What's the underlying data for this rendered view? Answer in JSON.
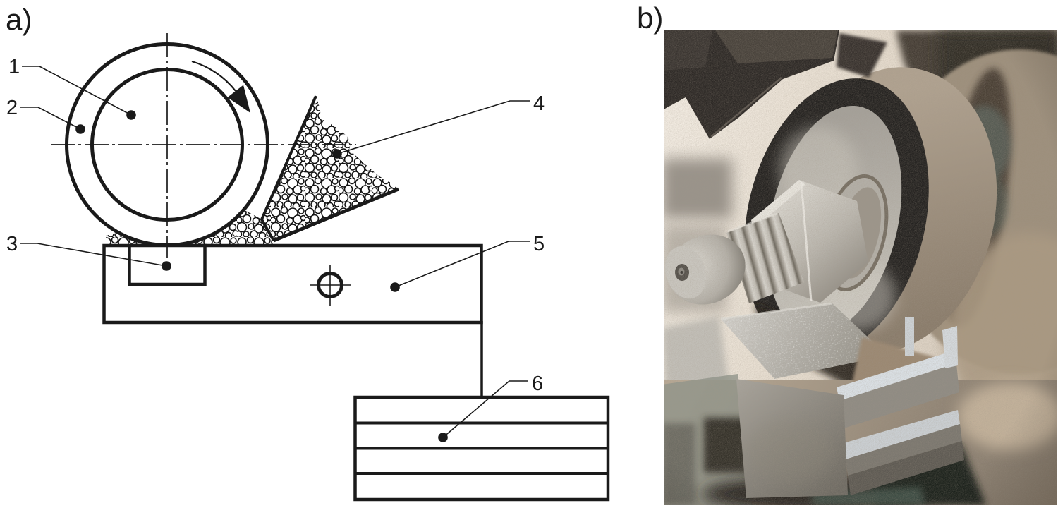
{
  "panels": {
    "a": {
      "label": "a)"
    },
    "b": {
      "label": "b)"
    }
  },
  "callouts": [
    {
      "num": "1"
    },
    {
      "num": "2"
    },
    {
      "num": "3"
    },
    {
      "num": "4"
    },
    {
      "num": "5"
    },
    {
      "num": "6"
    }
  ],
  "colors": {
    "ink": "#1a1a1a",
    "background": "#ffffff",
    "photo_wall": "#e9dfd2",
    "photo_dust": "#b0a190",
    "wheel_rim_black": "#242220",
    "wheel_face_metal": "#c0bcb4",
    "abrasive_tan": "#a39484",
    "fresh_ground_metal": "#dbe1e6",
    "teal_machine_base": "#8e938a"
  }
}
